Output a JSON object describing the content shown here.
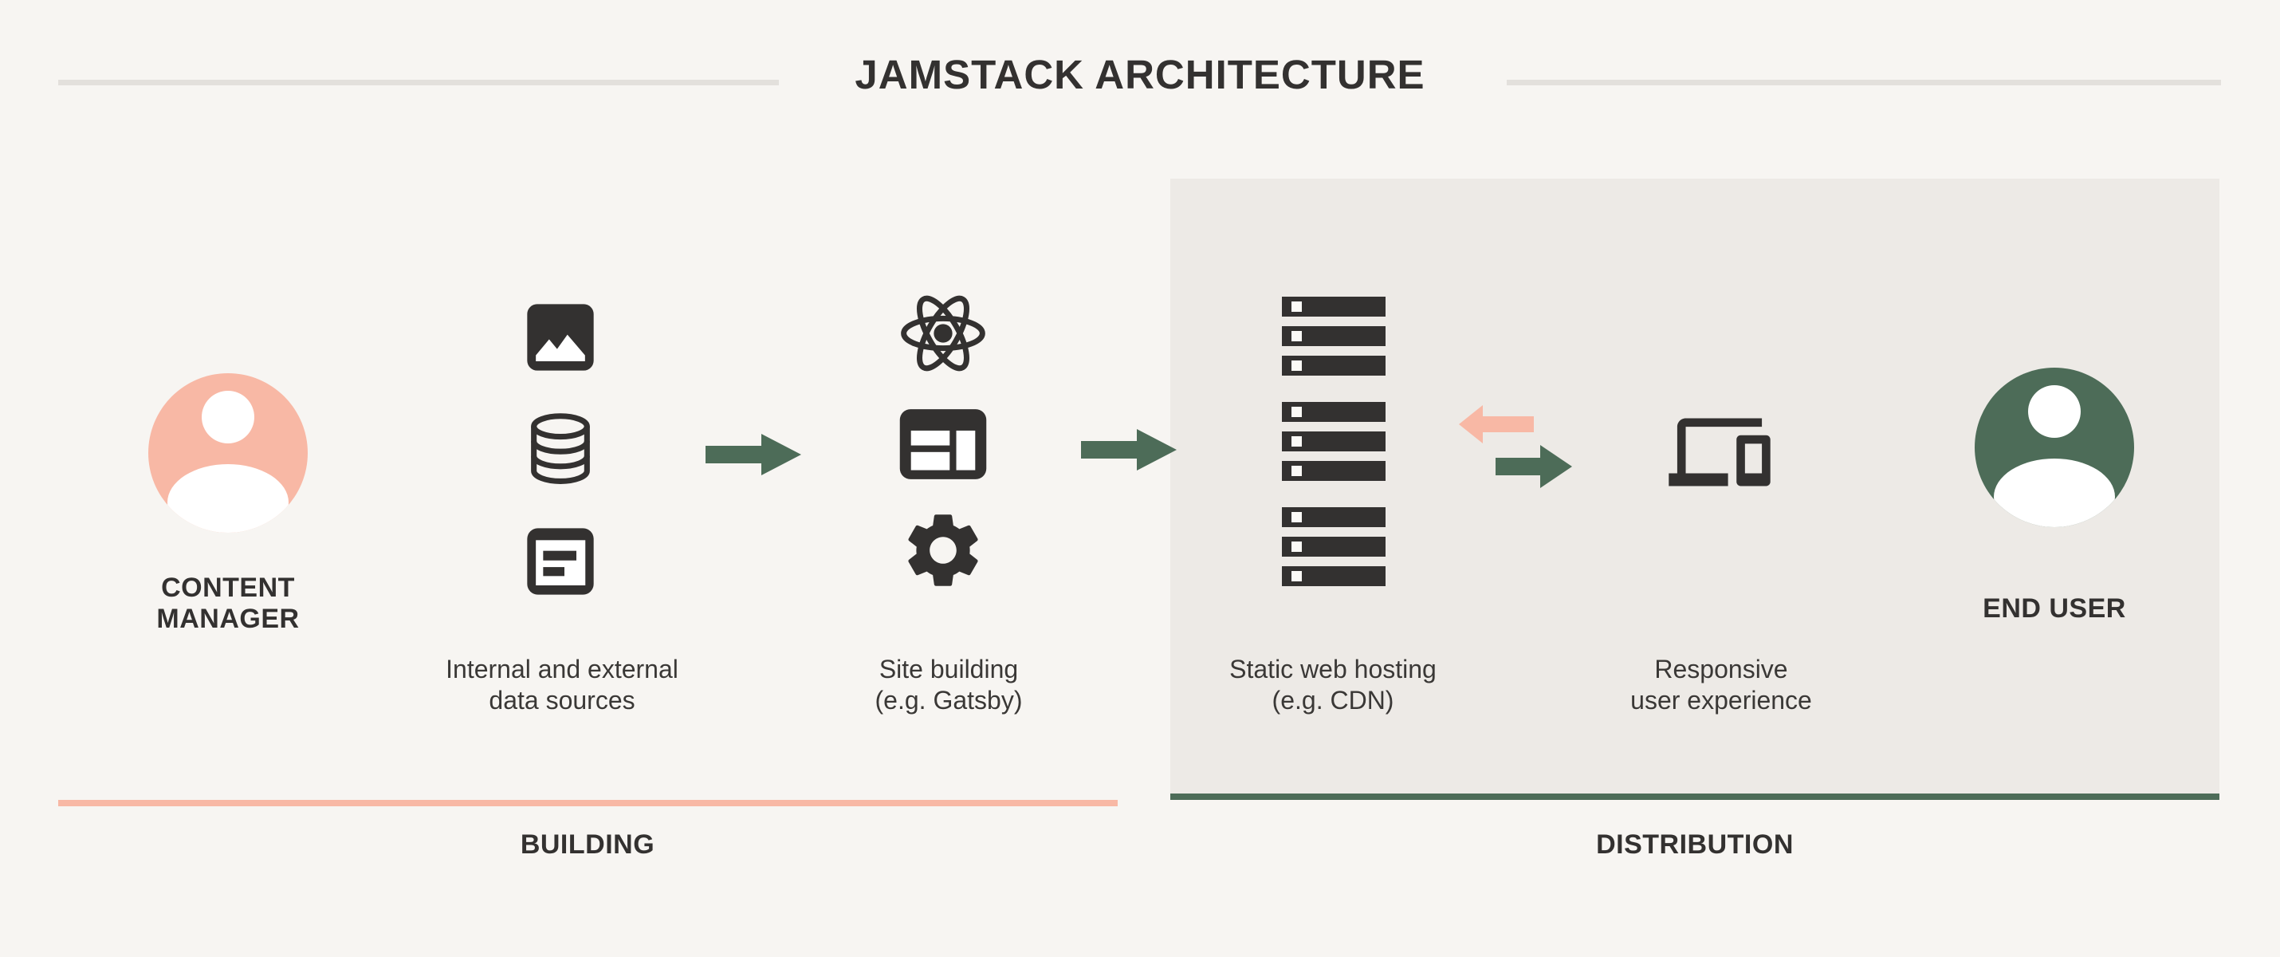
{
  "title": "JAMSTACK ARCHITECTURE",
  "sections": {
    "building": {
      "label": "BUILDING"
    },
    "distribution": {
      "label": "DISTRIBUTION"
    }
  },
  "nodes": {
    "content_manager": {
      "icon": "person-icon",
      "lines": [
        "CONTENT",
        "MANAGER"
      ]
    },
    "data_sources": {
      "icons": [
        "image-icon",
        "database-icon",
        "article-icon"
      ],
      "caption": [
        "Internal and external",
        "data sources"
      ]
    },
    "site_building": {
      "icons": [
        "react-icon",
        "web-layout-icon",
        "gear-icon"
      ],
      "caption": [
        "Site building",
        "(e.g. Gatsby)"
      ]
    },
    "static_hosting": {
      "icon": "server-stack-icon",
      "server_groups": 3,
      "servers_per_group": 3,
      "caption": [
        "Static web hosting",
        "(e.g. CDN)"
      ]
    },
    "responsive": {
      "icon": "devices-icon",
      "caption": [
        "Responsive",
        "user experience"
      ]
    },
    "end_user": {
      "icon": "person-icon",
      "label": "END USER"
    }
  },
  "flow": {
    "build_to_site": "green-right-arrow",
    "site_to_hosting": "green-right-arrow",
    "hosting_exchange": [
      "pink-left-arrow",
      "green-right-arrow"
    ]
  },
  "colors": {
    "background": "#f7f5f2",
    "panel": "#edeae6",
    "icon_dark": "#333130",
    "accent_pink": "#f8b8a5",
    "accent_green": "#4d6c58",
    "title_rule": "#e3e0dc",
    "text": "#3a3836"
  }
}
